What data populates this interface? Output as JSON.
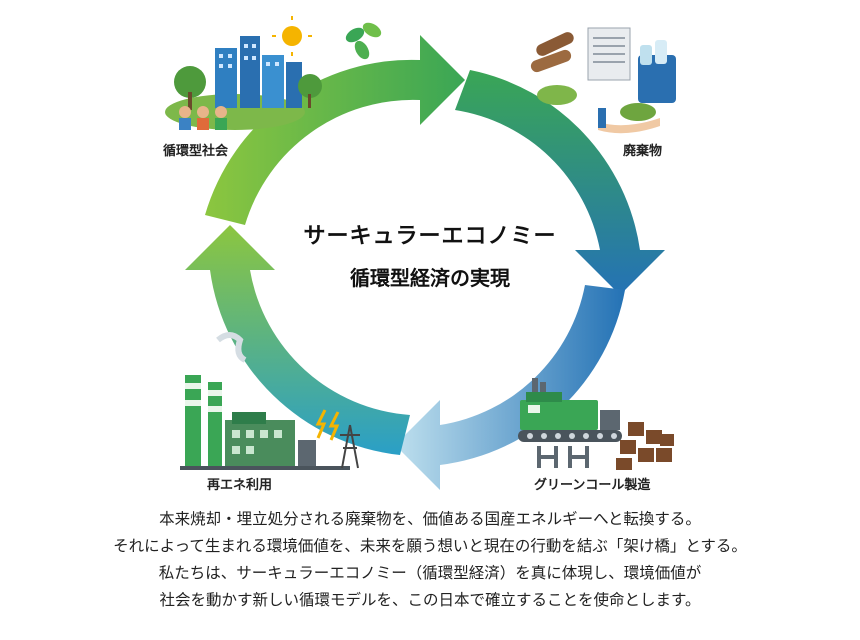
{
  "diagram": {
    "center_title": "サーキュラーエコノミー",
    "center_subtitle": "循環型経済の実現",
    "nodes": [
      {
        "id": "society",
        "label": "循環型社会",
        "icon": "city-icon"
      },
      {
        "id": "waste",
        "label": "廃棄物",
        "icon": "waste-icon"
      },
      {
        "id": "coal",
        "label": "グリーンコール製造",
        "icon": "factory-icon"
      },
      {
        "id": "energy",
        "label": "再エネ利用",
        "icon": "power-plant-icon"
      }
    ],
    "colors": {
      "green_dark": "#3aa655",
      "green_light": "#8cc63f",
      "blue": "#2472b5",
      "cyan": "#2aa6c8"
    }
  },
  "description": [
    "本来焼却・埋立処分される廃棄物を、価値ある国産エネルギーへと転換する。",
    "それによって生まれる環境価値を、未来を願う想いと現在の行動を結ぶ「架け橋」とする。",
    "私たちは、サーキュラーエコノミー（循環型経済）を真に体現し、環境価値が",
    "社会を動かす新しい循環モデルを、この日本で確立することを使命とします。"
  ]
}
